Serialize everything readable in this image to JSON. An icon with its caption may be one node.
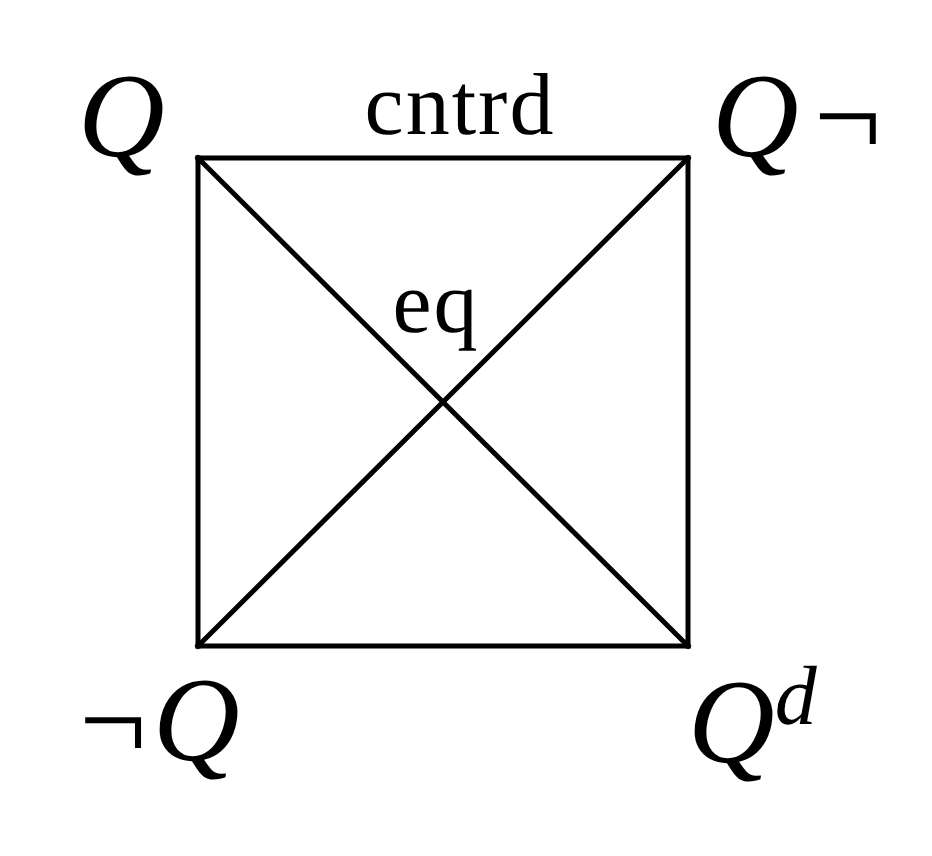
{
  "diagram": {
    "nodes": [
      {
        "text": [
          "Q"
        ]
      },
      {
        "text": [
          "Q¬"
        ]
      },
      {
        "text": [
          "¬Q"
        ]
      },
      {
        "text": [
          "Q$^{d}$"
        ]
      }
    ],
    "edges": [
      {
        "from": 0,
        "to": 1,
        "arrow": "none",
        "label": "cntrd"
      },
      {
        "from": 0,
        "to": 2,
        "arrow": "none"
      },
      {
        "from": 1,
        "to": 3,
        "arrow": "none"
      },
      {
        "from": 2,
        "to": 3,
        "arrow": "none"
      },
      {
        "from": 0,
        "to": 3,
        "arrow": "none",
        "label": "eq"
      },
      {
        "from": 1,
        "to": 2,
        "arrow": "none"
      }
    ]
  }
}
